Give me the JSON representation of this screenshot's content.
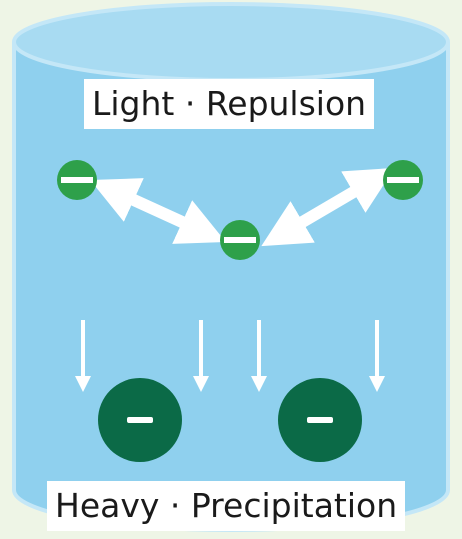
{
  "labels": {
    "top": "Light · Repulsion",
    "bottom": "Heavy · Precipitation"
  },
  "colors": {
    "page_background": "#eef5e6",
    "cylinder_fill": "#8fd0ee",
    "cylinder_top": "#a8dbf2",
    "cylinder_edge": "#c4e7f7",
    "light_particle": "#2ea04a",
    "heavy_particle": "#0b6a47",
    "arrow": "#ffffff"
  },
  "particles": {
    "light_count": 3,
    "heavy_count": 2,
    "sign": "minus"
  }
}
